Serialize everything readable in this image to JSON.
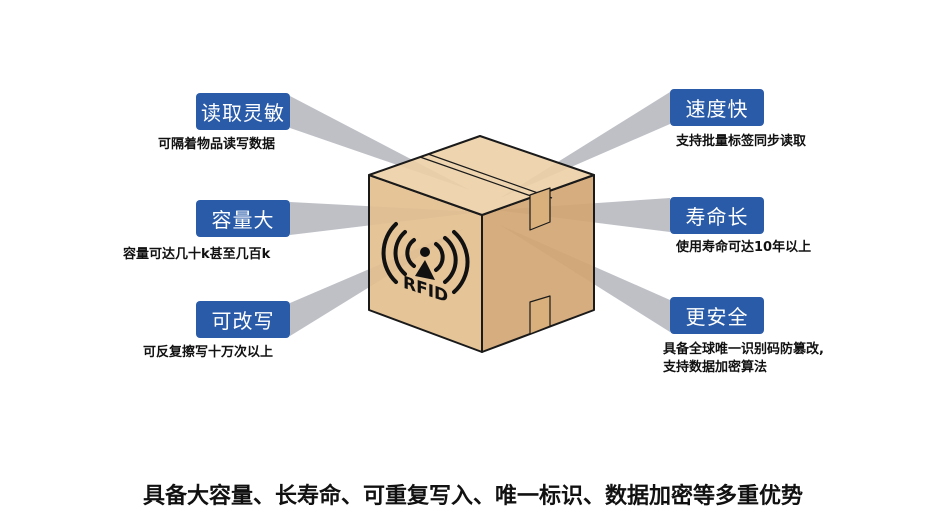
{
  "colors": {
    "tag": "#2a5ba8",
    "beam": "#a9abb3",
    "box_front": "#e3bf8f",
    "box_side": "#d2a673",
    "box_top": "#ecd0a6"
  },
  "box": {
    "logo_text": "RFID",
    "icon": "rfid-signal-icon"
  },
  "features": [
    {
      "title": "读取灵敏",
      "caption": "可隔着物品读写数据"
    },
    {
      "title": "容量大",
      "caption": "容量可达几十k甚至几百k"
    },
    {
      "title": "可改写",
      "caption": "可反复擦写十万次以上"
    },
    {
      "title": "速度快",
      "caption": "支持批量标签同步读取"
    },
    {
      "title": "寿命长",
      "caption": "使用寿命可达10年以上"
    },
    {
      "title": "更安全",
      "caption": "具备全球唯一识别码防篡改,",
      "caption2": "支持数据加密算法"
    }
  ],
  "footer": "具备大容量、长寿命、可重复写入、唯一标识、数据加密等多重优势"
}
